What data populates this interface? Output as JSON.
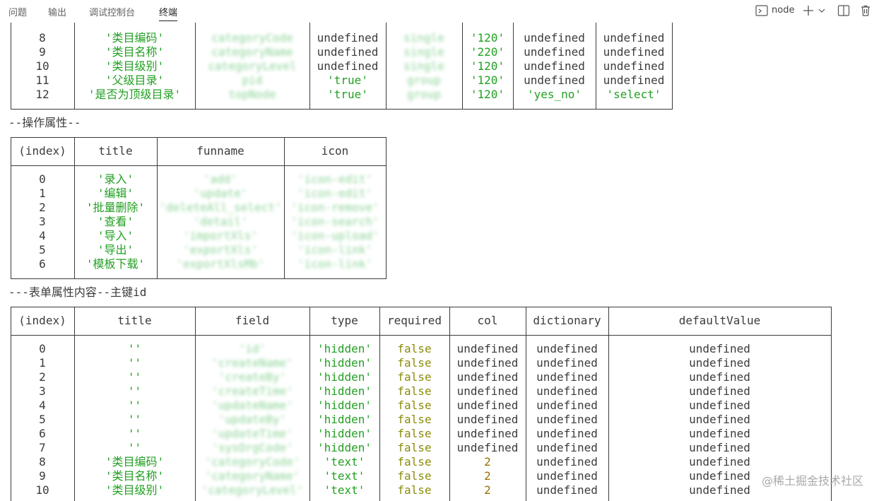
{
  "tabs": [
    {
      "label": "问题",
      "active": false
    },
    {
      "label": "输出",
      "active": false
    },
    {
      "label": "调试控制台",
      "active": false
    },
    {
      "label": "终端",
      "active": true
    }
  ],
  "toolbar": {
    "terminal_name": "node",
    "icons": [
      "terminal-icon",
      "plus-icon",
      "chevron-down-icon",
      "split-icon",
      "trash-icon"
    ]
  },
  "table1": {
    "rows": [
      [
        "8",
        "'类目编码'",
        "categoryCode",
        "undefined",
        "single",
        "'120'",
        "undefined",
        "undefined"
      ],
      [
        "9",
        "'类目名称'",
        "categoryName",
        "undefined",
        "single",
        "'220'",
        "undefined",
        "undefined"
      ],
      [
        "10",
        "'类目级别'",
        "categoryLevel",
        "undefined",
        "single",
        "'120'",
        "undefined",
        "undefined"
      ],
      [
        "11",
        "'父级目录'",
        "pid",
        "'true'",
        "group",
        "'120'",
        "undefined",
        "undefined"
      ],
      [
        "12",
        "'是否为顶级目录'",
        "topNode",
        "'true'",
        "group",
        "'120'",
        "'yes_no'",
        "'select'"
      ]
    ]
  },
  "section2_title": "--操作属性--",
  "table2": {
    "headers": [
      "(index)",
      "title",
      "funname",
      "icon"
    ],
    "rows": [
      [
        "0",
        "'录入'",
        "'add'",
        "'icon-edit'"
      ],
      [
        "1",
        "'编辑'",
        "'update'",
        "'icon-edit'"
      ],
      [
        "2",
        "'批量删除'",
        "'deleteAll_select'",
        "'icon-remove'"
      ],
      [
        "3",
        "'查看'",
        "'detail'",
        "'icon-search'"
      ],
      [
        "4",
        "'导入'",
        "'importXls'",
        "'icon-upload'"
      ],
      [
        "5",
        "'导出'",
        "'exportXls'",
        "'icon-link'"
      ],
      [
        "6",
        "'模板下载'",
        "'exportXlsMb'",
        "'icon-link'"
      ]
    ]
  },
  "section3_title": "---表单属性内容--主键id",
  "table3": {
    "headers": [
      "(index)",
      "title",
      "field",
      "type",
      "required",
      "col",
      "dictionary",
      "defaultValue"
    ],
    "rows": [
      [
        "0",
        "''",
        "'id'",
        "'hidden'",
        "false",
        "undefined",
        "undefined",
        "undefined"
      ],
      [
        "1",
        "''",
        "'createName'",
        "'hidden'",
        "false",
        "undefined",
        "undefined",
        "undefined"
      ],
      [
        "2",
        "''",
        "'createBy'",
        "'hidden'",
        "false",
        "undefined",
        "undefined",
        "undefined"
      ],
      [
        "3",
        "''",
        "'createTime'",
        "'hidden'",
        "false",
        "undefined",
        "undefined",
        "undefined"
      ],
      [
        "4",
        "''",
        "'updateName'",
        "'hidden'",
        "false",
        "undefined",
        "undefined",
        "undefined"
      ],
      [
        "5",
        "''",
        "'updateBy'",
        "'hidden'",
        "false",
        "undefined",
        "undefined",
        "undefined"
      ],
      [
        "6",
        "''",
        "'updateTime'",
        "'hidden'",
        "false",
        "undefined",
        "undefined",
        "undefined"
      ],
      [
        "7",
        "''",
        "'sysOrgCode'",
        "'hidden'",
        "false",
        "undefined",
        "undefined",
        "undefined"
      ],
      [
        "8",
        "'类目编码'",
        "'categoryCode'",
        "'text'",
        "false",
        "2",
        "undefined",
        "undefined"
      ],
      [
        "9",
        "'类目名称'",
        "'categoryName'",
        "'text'",
        "false",
        "2",
        "undefined",
        "undefined"
      ],
      [
        "10",
        "'类目级别'",
        "'categoryLevel'",
        "'text'",
        "false",
        "2",
        "undefined",
        "undefined"
      ]
    ]
  },
  "watermark": "@稀土掘金技术社区"
}
